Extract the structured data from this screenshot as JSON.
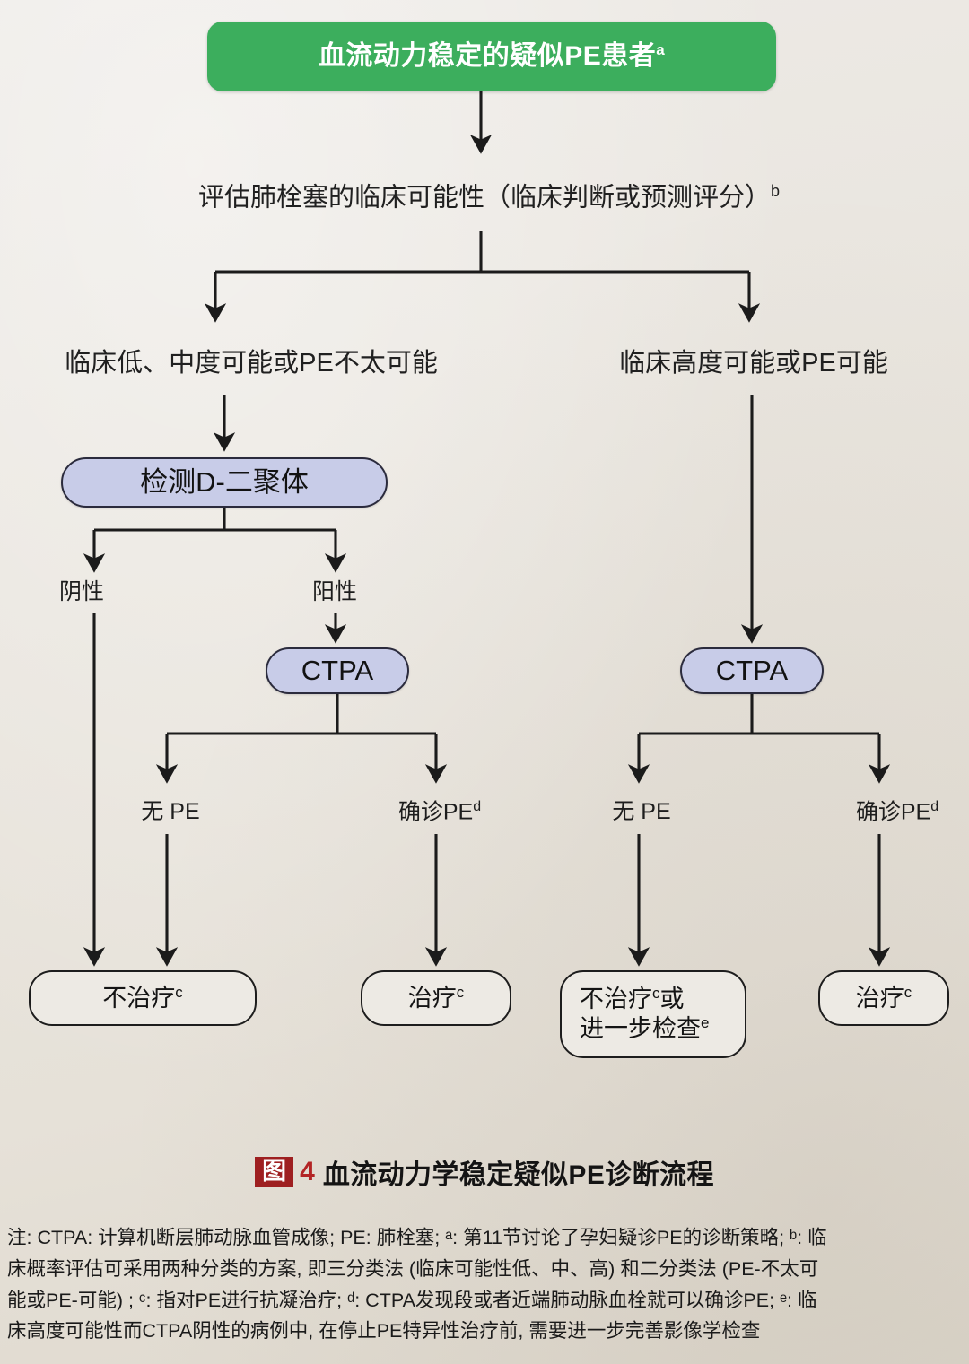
{
  "colors": {
    "paper_background": "#e9e5df",
    "header_green": "#3cae5d",
    "lavender_fill": "#c8cce8",
    "node_outline": "#1d1d1d",
    "caption_red": "#b32425",
    "caption_badge_bg": "#9e1f20",
    "connector": "#1b1b1b"
  },
  "header": {
    "label": "血流动力稳定的疑似PE患者",
    "superscript": "a"
  },
  "assessment": {
    "label": "评估肺栓塞的临床可能性（临床判断或预测评分）",
    "superscript": "b"
  },
  "branches": {
    "left_label": "临床低、中度可能或PE不太可能",
    "right_label": "临床高度可能或PE可能"
  },
  "dimer": {
    "box_label": "检测D-二聚体",
    "negative_label": "阴性",
    "positive_label": "阳性"
  },
  "ctpa": {
    "left_label": "CTPA",
    "right_label": "CTPA"
  },
  "results": {
    "left_no_pe": "无 PE",
    "left_confirmed_pe": "确诊PE",
    "left_confirmed_pe_sup": "d",
    "right_no_pe": "无 PE",
    "right_confirmed_pe": "确诊PE",
    "right_confirmed_pe_sup": "d"
  },
  "outcomes": [
    {
      "name": "no-treatment-left",
      "line1": "不治疗",
      "line1_sup": "c",
      "line2": "",
      "line2_sup": ""
    },
    {
      "name": "treatment-left",
      "line1": "治疗",
      "line1_sup": "c",
      "line2": "",
      "line2_sup": ""
    },
    {
      "name": "no-treatment-or-further-exam",
      "line1": "不治疗",
      "line1_sup": "c",
      "line1_tail": "或",
      "line2": "进一步检查",
      "line2_sup": "e"
    },
    {
      "name": "treatment-right",
      "line1": "治疗",
      "line1_sup": "c",
      "line2": "",
      "line2_sup": ""
    }
  ],
  "caption": {
    "badge": "图",
    "number": "4",
    "title": "血流动力学稳定疑似PE诊断流程"
  },
  "footnote": {
    "lines": [
      "注: CTPA: 计算机断层肺动脉血管成像; PE: 肺栓塞; ᵃ: 第11节讨论了孕妇疑诊PE的诊断策略; ᵇ: 临",
      "床概率评估可采用两种分类的方案, 即三分类法 (临床可能性低、中、高) 和二分类法 (PE-不太可",
      "能或PE-可能) ; ᶜ: 指对PE进行抗凝治疗; ᵈ: CTPA发现段或者近端肺动脉血栓就可以确诊PE; ᵉ: 临",
      "床高度可能性而CTPA阴性的病例中, 在停止PE特异性治疗前, 需要进一步完善影像学检查"
    ],
    "full_text": "注: CTPA: 计算机断层肺动脉血管成像; PE: 肺栓塞; a: 第11节讨论了孕妇疑诊PE的诊断策略; b: 临床概率评估可采用两种分类的方案, 即三分类法 (临床可能性低、中、高) 和二分类法 (PE-不太可能或PE-可能) ; c: 指对PE进行抗凝治疗; d: CTPA发现段或者近端肺动脉血栓就可以确诊PE; e: 临床高度可能性而CTPA阴性的病例中, 在停止PE特异性治疗前, 需要进一步完善影像学检查"
  }
}
